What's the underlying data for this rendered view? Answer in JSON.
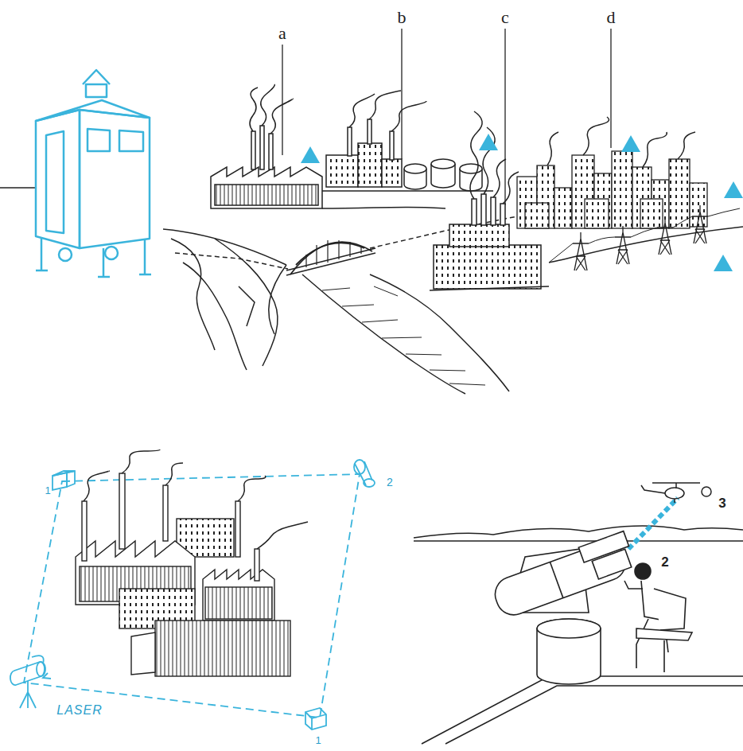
{
  "diagram": {
    "labels": [
      "a",
      "b",
      "c",
      "d",
      "1",
      "2",
      "3",
      "2",
      "LASER",
      "1"
    ]
  }
}
